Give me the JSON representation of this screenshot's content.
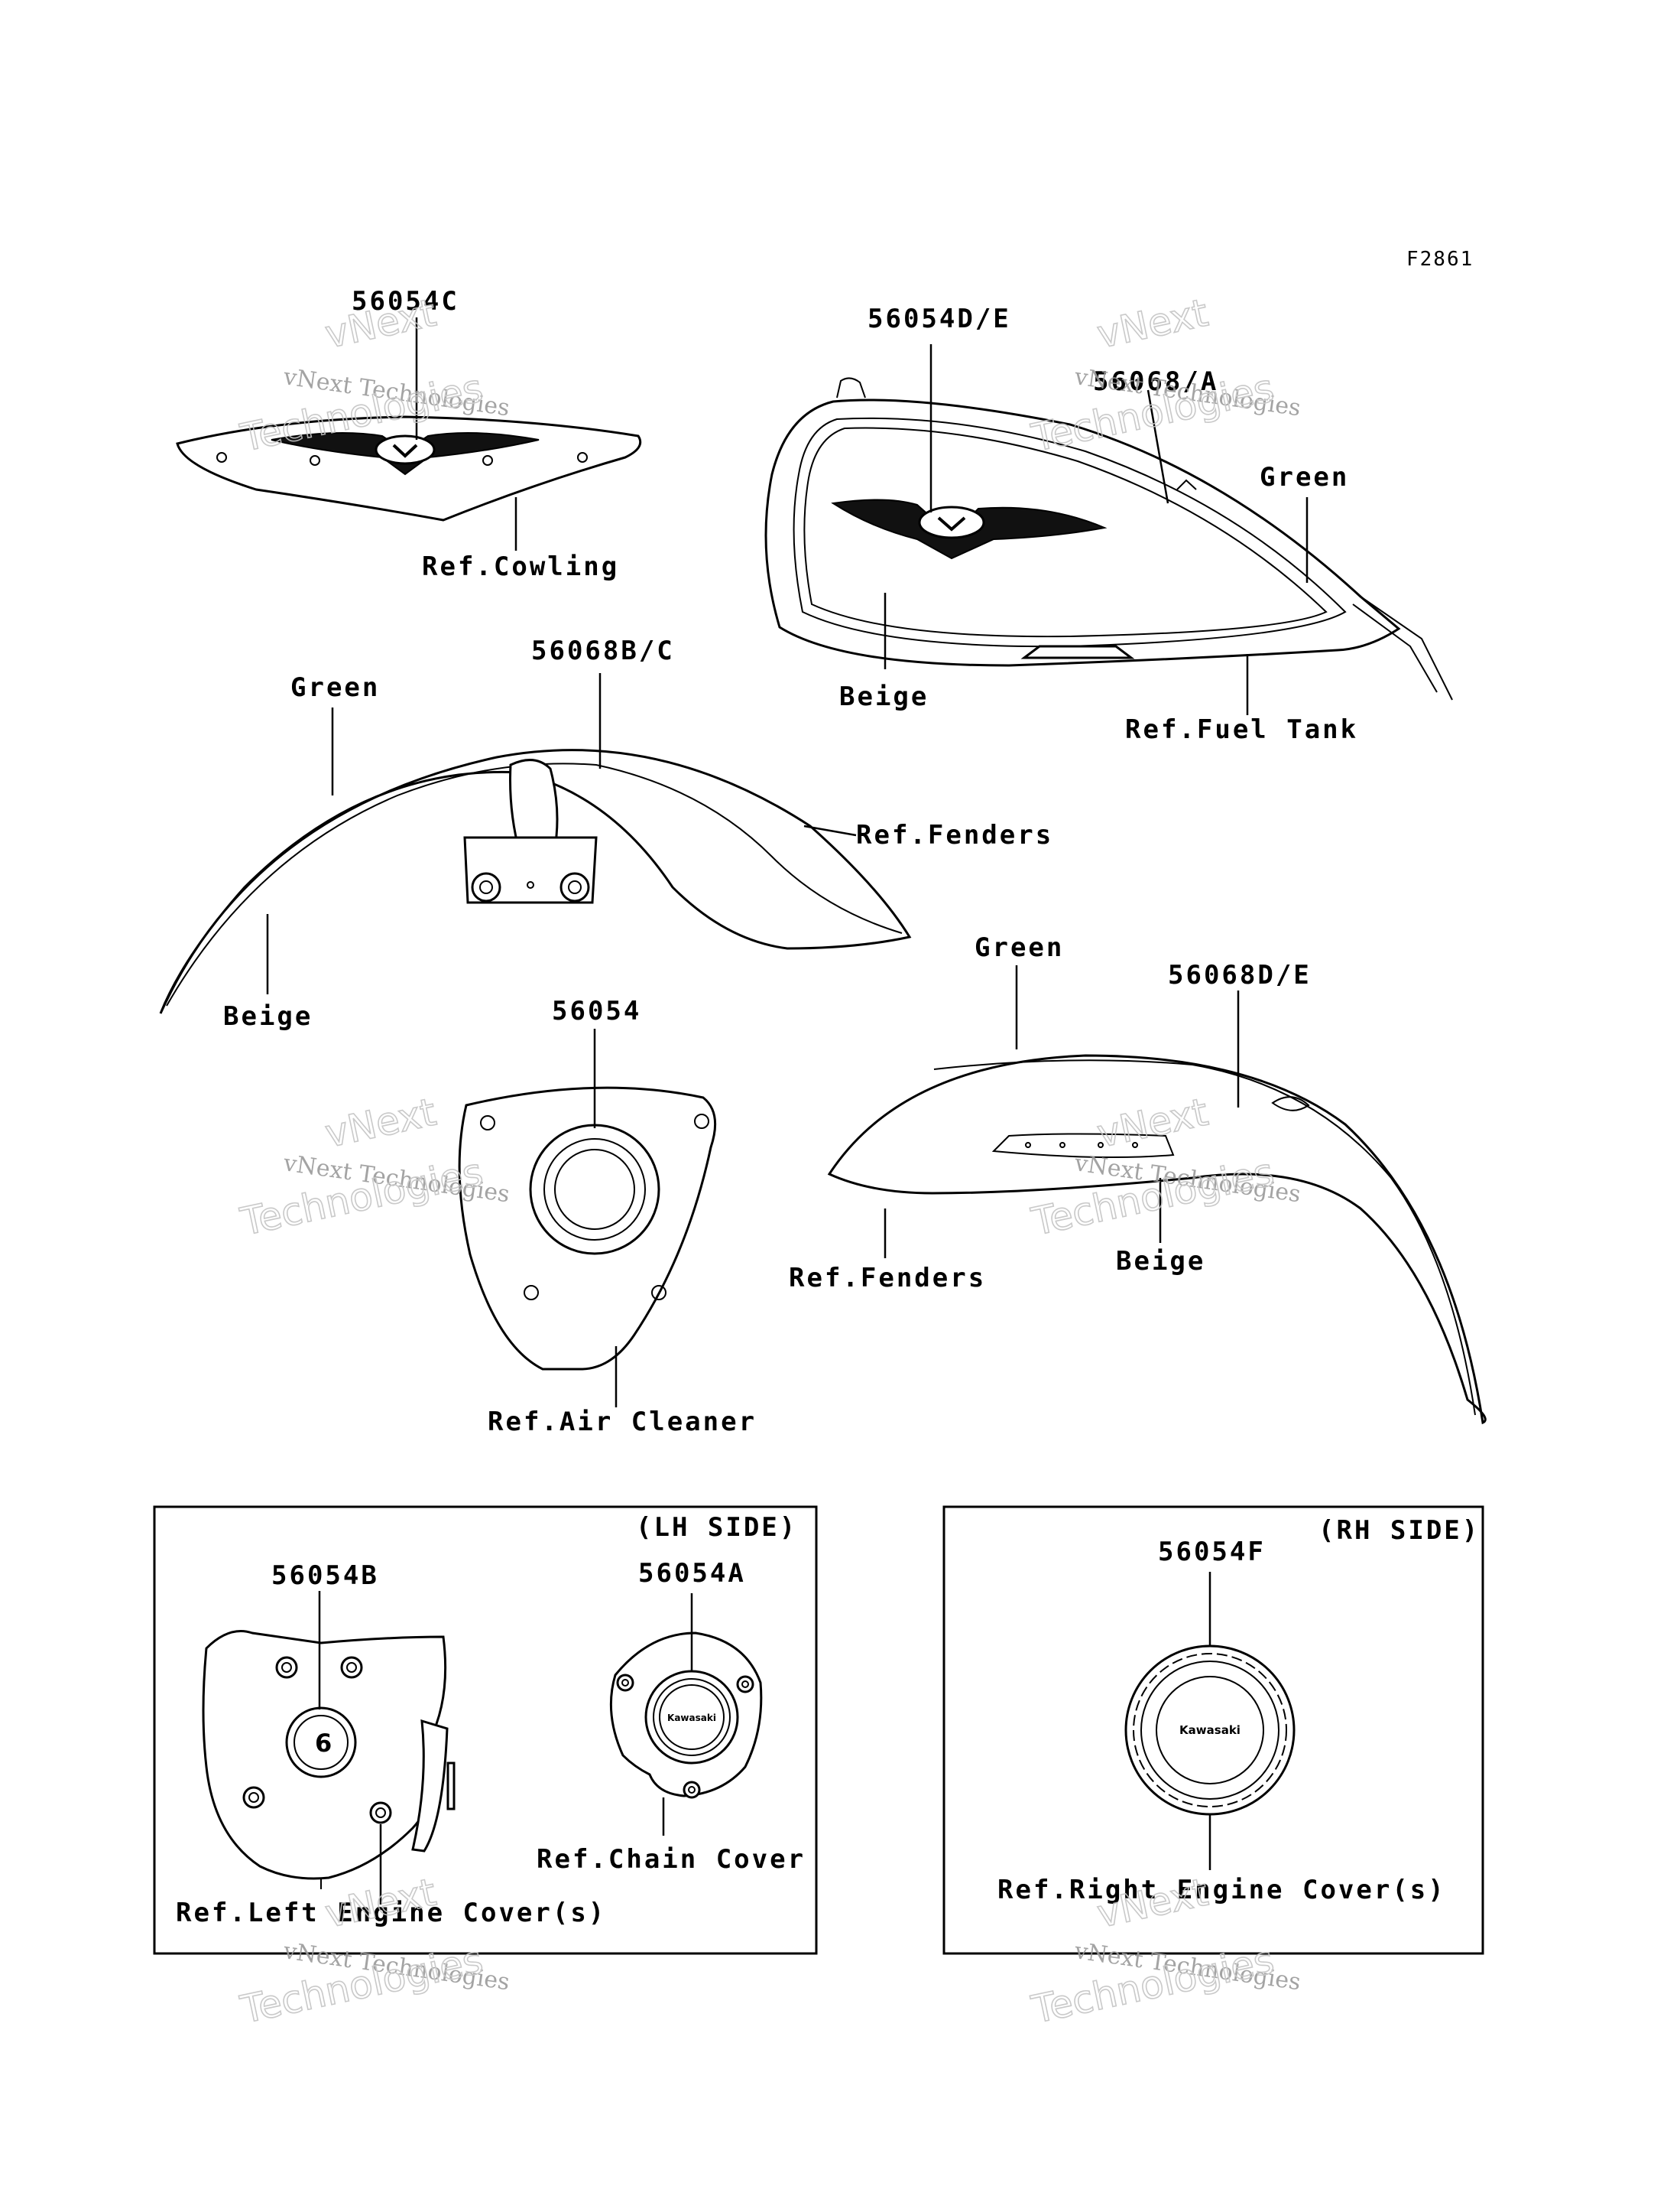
{
  "figure_id": "F2861",
  "parts": {
    "cowling": {
      "part_no": "56054C",
      "ref": "Ref.Cowling"
    },
    "fuel_tank": {
      "part_no": "56054D/E",
      "stripe_no": "56068/A",
      "color_top": "Green",
      "color_body": "Beige",
      "ref": "Ref.Fuel Tank"
    },
    "front_fender": {
      "part_no": "56068B/C",
      "color_top": "Green",
      "color_bottom": "Beige",
      "ref": "Ref.Fenders"
    },
    "air_cleaner": {
      "part_no": "56054",
      "ref": "Ref.Air Cleaner"
    },
    "rear_fender": {
      "part_no": "56068D/E",
      "color_top": "Green",
      "color_bottom": "Beige",
      "ref": "Ref.Fenders"
    }
  },
  "lh_side": {
    "title": "(LH SIDE)",
    "left_engine_cover": {
      "part_no": "56054B",
      "ref": "Ref.Left Engine Cover(s)"
    },
    "chain_cover": {
      "part_no": "56054A",
      "ref": "Ref.Chain Cover"
    },
    "emblem_text": "Kawasaki"
  },
  "rh_side": {
    "title": "(RH SIDE)",
    "right_engine_cover": {
      "part_no": "56054F",
      "ref": "Ref.Right Engine Cover(s)"
    },
    "emblem_text": "Kawasaki"
  },
  "watermark": {
    "line1": "vNext",
    "line2": "vNext Technologies",
    "line3": "Technologies"
  },
  "colors": {
    "line": "#000000",
    "watermark": "#9a9a9a"
  }
}
